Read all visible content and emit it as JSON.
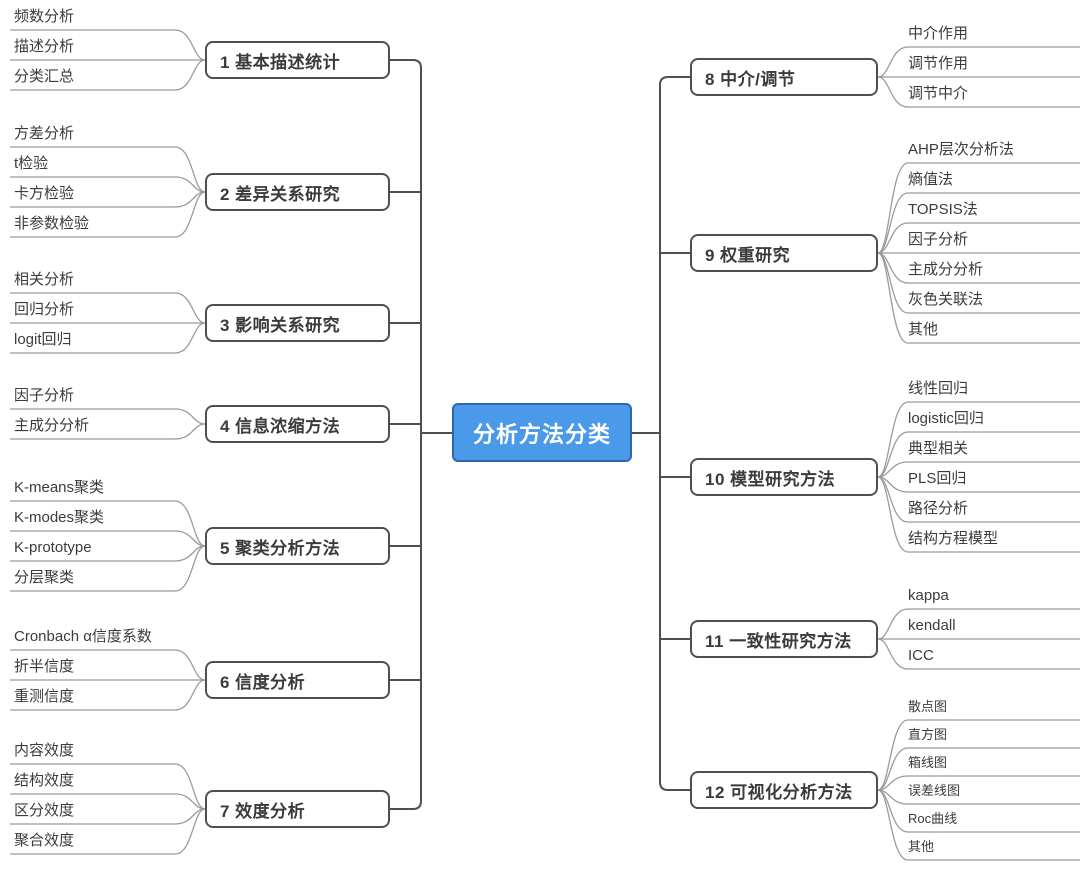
{
  "central": {
    "label": "分析方法分类"
  },
  "colors": {
    "central_fill": "#4a9ae9",
    "central_border": "#2c68b0",
    "central_text": "#ffffff",
    "box_border": "#4f4f4f",
    "trunk_line": "#4f4f4f",
    "child_line": "#9b9b9b",
    "text": "#3c3c3c"
  },
  "branches_left": [
    {
      "label": "1 基本描述统计",
      "children": [
        "频数分析",
        "描述分析",
        "分类汇总"
      ]
    },
    {
      "label": "2 差异关系研究",
      "children": [
        "方差分析",
        "t检验",
        "卡方检验",
        "非参数检验"
      ]
    },
    {
      "label": "3 影响关系研究",
      "children": [
        "相关分析",
        "回归分析",
        "logit回归"
      ]
    },
    {
      "label": "4 信息浓缩方法",
      "children": [
        "因子分析",
        "主成分分析"
      ]
    },
    {
      "label": "5 聚类分析方法",
      "children": [
        "K-means聚类",
        "K-modes聚类",
        "K-prototype",
        "分层聚类"
      ]
    },
    {
      "label": "6 信度分析",
      "children": [
        "Cronbach α信度系数",
        "折半信度",
        "重测信度"
      ]
    },
    {
      "label": "7 效度分析",
      "children": [
        "内容效度",
        "结构效度",
        "区分效度",
        "聚合效度"
      ]
    }
  ],
  "branches_right": [
    {
      "label": "8 中介/调节",
      "children": [
        "中介作用",
        "调节作用",
        "调节中介"
      ]
    },
    {
      "label": "9 权重研究",
      "children": [
        "AHP层次分析法",
        "熵值法",
        "TOPSIS法",
        "因子分析",
        "主成分分析",
        "灰色关联法",
        "其他"
      ]
    },
    {
      "label": "10 模型研究方法",
      "children": [
        "线性回归",
        "logistic回归",
        "典型相关",
        "PLS回归",
        "路径分析",
        "结构方程模型"
      ]
    },
    {
      "label": "11 一致性研究方法",
      "children": [
        "kappa",
        "kendall",
        "ICC"
      ]
    },
    {
      "label": "12 可视化分析方法",
      "children": [
        "散点图",
        "直方图",
        "箱线图",
        "误差线图",
        "Roc曲线",
        "其他"
      ]
    }
  ]
}
